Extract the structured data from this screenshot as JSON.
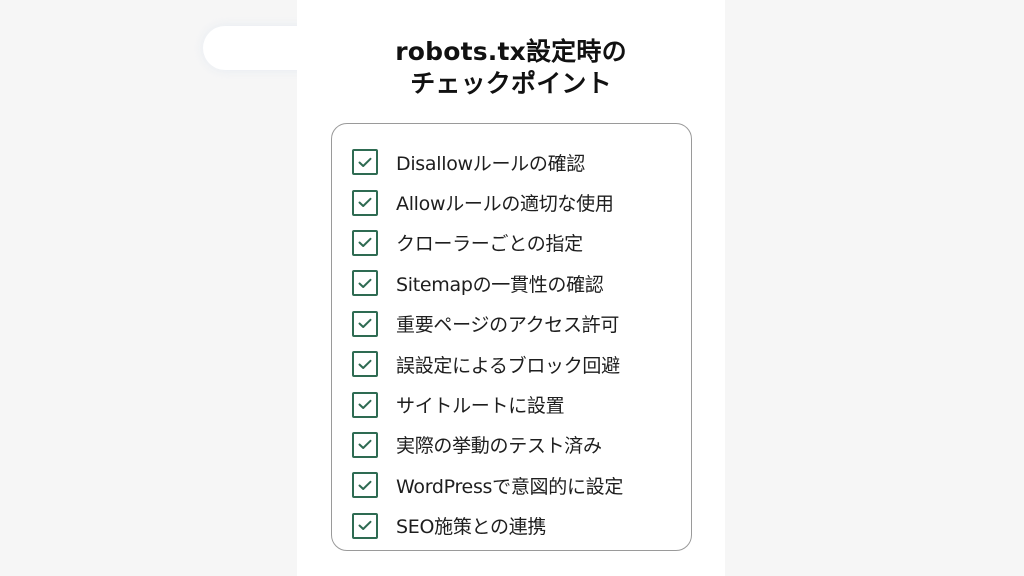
{
  "title": {
    "line1": "robots.tx設定時の",
    "line2": "チェックポイント"
  },
  "checklist": {
    "accent_color": "#2e6b52",
    "items": [
      {
        "label": "Disallowルールの確認",
        "checked": true,
        "icon": "check-icon"
      },
      {
        "label": "Allowルールの適切な使用",
        "checked": true,
        "icon": "check-icon"
      },
      {
        "label": "クローラーごとの指定",
        "checked": true,
        "icon": "check-icon"
      },
      {
        "label": "Sitemapの一貫性の確認",
        "checked": true,
        "icon": "check-icon"
      },
      {
        "label": "重要ページのアクセス許可",
        "checked": true,
        "icon": "check-icon"
      },
      {
        "label": "誤設定によるブロック回避",
        "checked": true,
        "icon": "check-icon"
      },
      {
        "label": "サイトルートに設置",
        "checked": true,
        "icon": "check-icon"
      },
      {
        "label": "実際の挙動のテスト済み",
        "checked": true,
        "icon": "check-icon"
      },
      {
        "label": "WordPressで意図的に設定",
        "checked": true,
        "icon": "check-icon"
      },
      {
        "label": "SEO施策との連携",
        "checked": true,
        "icon": "check-icon"
      }
    ]
  }
}
